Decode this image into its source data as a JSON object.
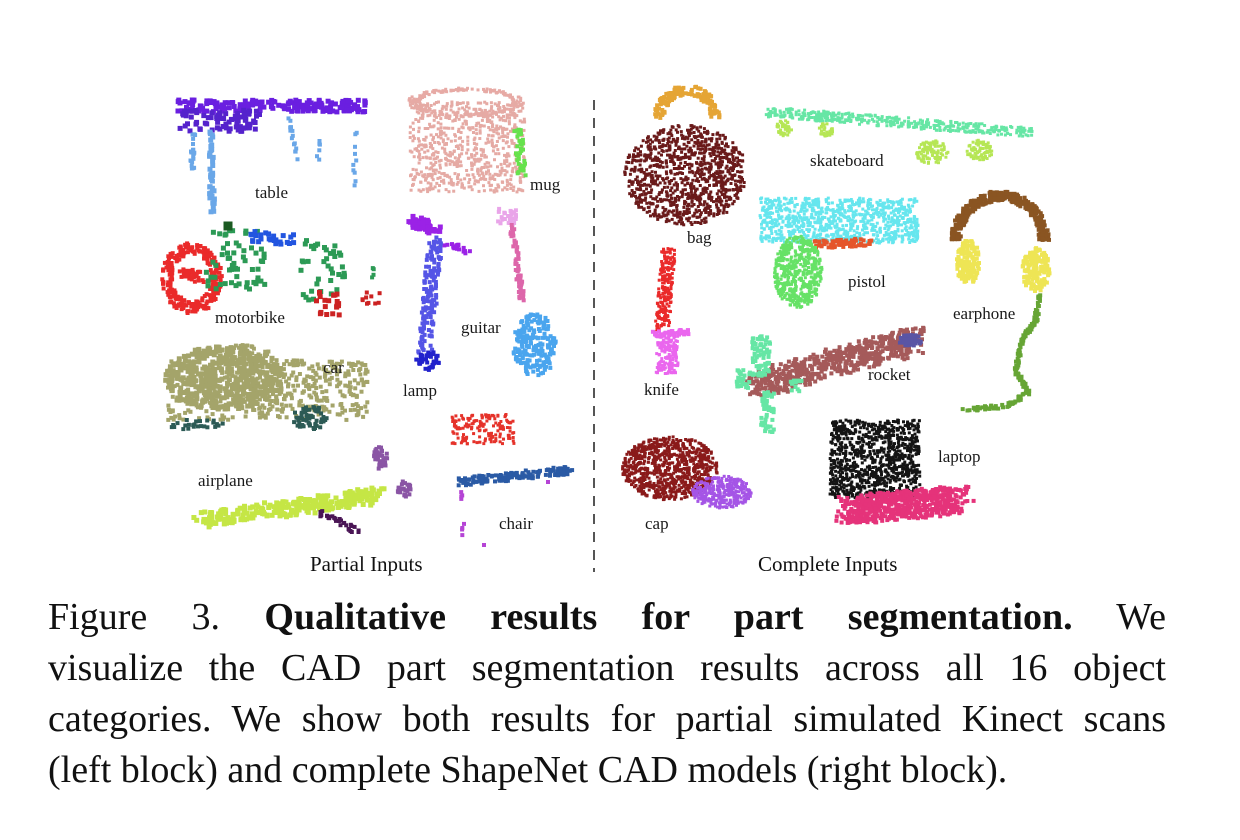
{
  "figure": {
    "left_block_title": "Partial Inputs",
    "right_block_title": "Complete Inputs",
    "labels": {
      "table": "table",
      "mug": "mug",
      "motorbike": "motorbike",
      "guitar": "guitar",
      "lamp": "lamp",
      "car": "car",
      "airplane": "airplane",
      "chair": "chair",
      "bag": "bag",
      "skateboard": "skateboard",
      "pistol": "pistol",
      "earphone": "earphone",
      "knife": "knife",
      "rocket": "rocket",
      "cap": "cap",
      "laptop": "laptop"
    }
  },
  "caption": {
    "prefix": "Figure 3.",
    "title": "Qualitative results for part segmentation.",
    "line1_tail": "We",
    "line2": "visualize the CAD part segmentation results across all 16 object",
    "line3": "categories. We show both results for partial simulated Kinect scans",
    "line4": "(left block) and complete ShapeNet CAD models (right block)."
  }
}
